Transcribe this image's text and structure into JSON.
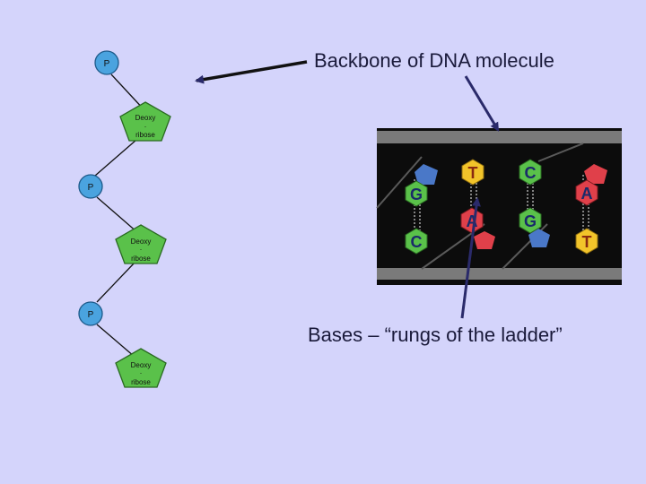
{
  "captions": {
    "backbone": "Backbone of DNA molecule",
    "bases": "Bases – “rungs of the ladder”"
  },
  "backbone": {
    "phosphate_label": "P",
    "sugar_label_top": "Deoxy",
    "sugar_label_dot": "-",
    "sugar_label_bottom": "ribose"
  },
  "bases": {
    "top_row": [
      "G",
      "T",
      "C",
      "A"
    ],
    "middle_row": [
      "A",
      "G"
    ],
    "bottom_row": [
      "C",
      "T"
    ]
  },
  "colors": {
    "background": "#d4d4fb",
    "phosphate": "#4aa3df",
    "sugar": "#5ac14a",
    "arrow": "#2a2a6a",
    "panel": "#0c0c0c",
    "base_G": "#5ac14a",
    "base_T": "#f2c42a",
    "base_C": "#5ac14a",
    "base_A": "#e0404a",
    "partner": "#4a78c8"
  }
}
